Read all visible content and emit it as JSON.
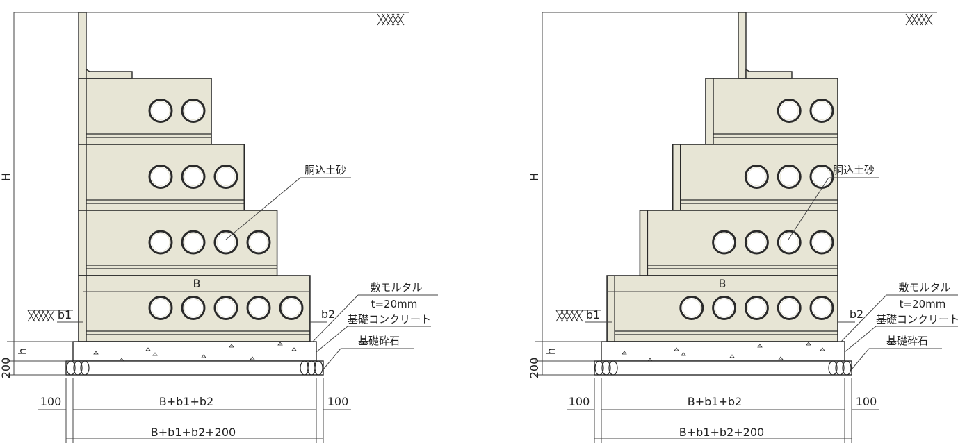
{
  "diagrams": [
    {
      "variant": "vertical-back",
      "dims": {
        "H": "H",
        "h": "h",
        "d200": "200",
        "B": "B",
        "b1": "b1",
        "b2": "b2",
        "left100": "100",
        "right100": "100",
        "width1": "B+b1+b2",
        "width2": "B+b1+b2+200"
      },
      "labels": {
        "fill": "胴込土砂",
        "mortar": "敷モルタル",
        "mortar_t": "t=20mm",
        "concrete": "基礎コンクリート",
        "gravel": "基礎砕石"
      }
    },
    {
      "variant": "stepped-back",
      "dims": {
        "H": "H",
        "h": "h",
        "d200": "200",
        "B": "B",
        "b1": "b1",
        "b2": "b2",
        "left100": "100",
        "right100": "100",
        "width1": "B+b1+b2",
        "width2": "B+b1+b2+200"
      },
      "labels": {
        "fill": "胴込土砂",
        "mortar": "敷モルタル",
        "mortar_t": "t=20mm",
        "concrete": "基礎コンクリート",
        "gravel": "基礎砕石"
      }
    }
  ],
  "colors": {
    "block": "#e7e5d5",
    "line": "#2a2a2a",
    "dim": "#444444"
  }
}
